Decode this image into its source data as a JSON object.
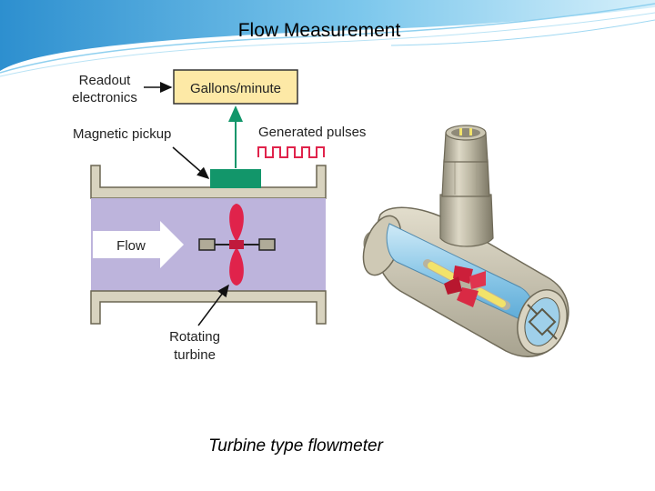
{
  "slide": {
    "title": "Flow Measurement",
    "caption": "Turbine type flowmeter"
  },
  "schematic": {
    "readout_label_line1": "Readout",
    "readout_label_line2": "electronics",
    "readout_box": "Gallons/minute",
    "magnetic_pickup": "Magnetic pickup",
    "generated_pulses": "Generated pulses",
    "flow_arrow": "Flow",
    "rotating_line1": "Rotating",
    "rotating_line2": "turbine"
  },
  "colors": {
    "pipe_wall": "#d8d3bf",
    "pipe_border": "#6b6652",
    "fluid": "#bdb4dc",
    "readout_fill": "#fde9a6",
    "pickup_green": "#12966a",
    "turbine_red": "#e0234b",
    "pulse_red": "#e0234b",
    "header_blue": "#3a9fd8"
  }
}
